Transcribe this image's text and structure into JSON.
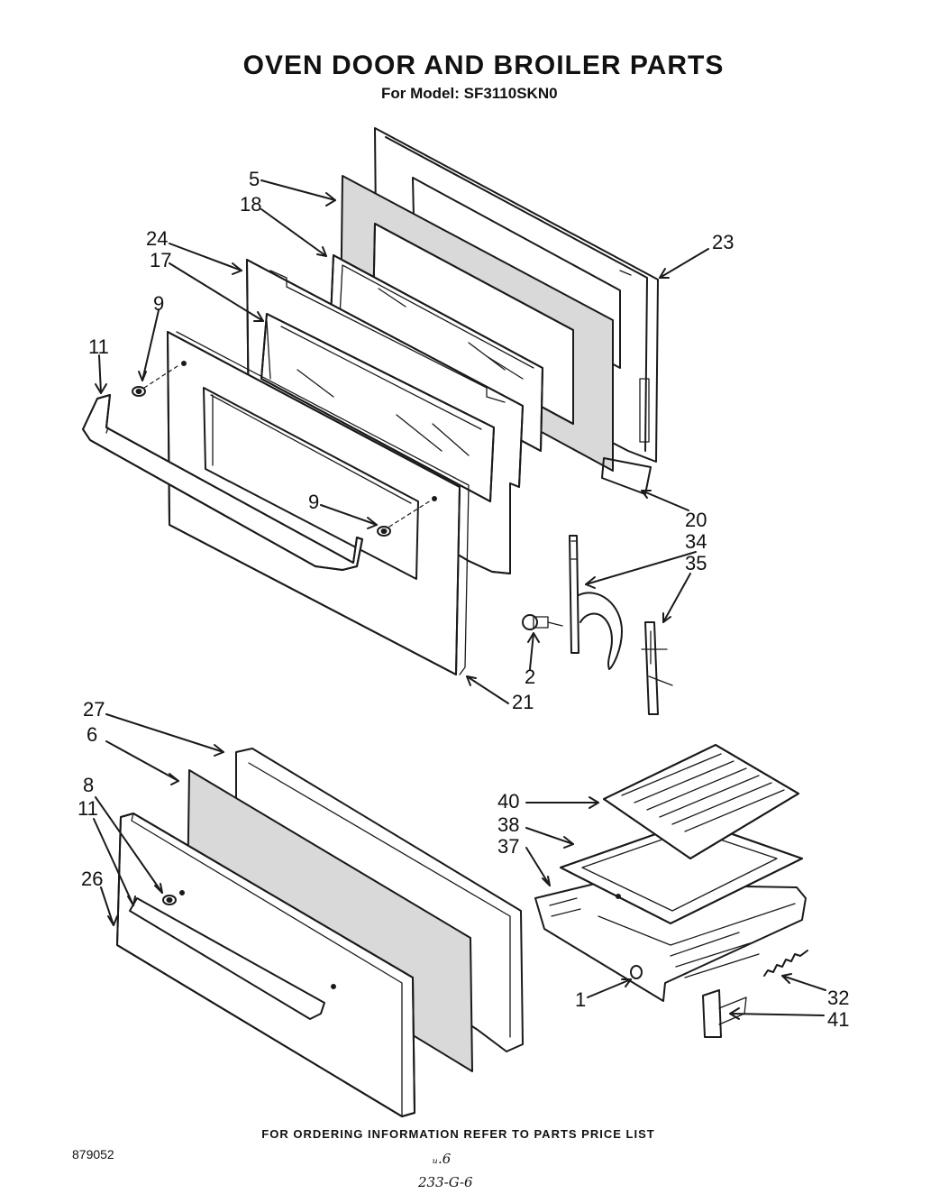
{
  "header": {
    "title": "OVEN DOOR AND BROILER PARTS",
    "subtitle": "For Model: SF3110SKN0"
  },
  "callouts": {
    "c5": "5",
    "c18": "18",
    "c23": "23",
    "c24": "24",
    "c17": "17",
    "c9a": "9",
    "c11a": "11",
    "c9b": "9",
    "c20": "20",
    "c34": "34",
    "c35": "35",
    "c2": "2",
    "c21": "21",
    "c27": "27",
    "c6": "6",
    "c8": "8",
    "c11b": "11",
    "c26": "26",
    "c40": "40",
    "c38": "38",
    "c37": "37",
    "c1": "1",
    "c32": "32",
    "c41": "41"
  },
  "footer": {
    "ordering_note": "FOR ORDERING INFORMATION REFER TO PARTS PRICE LIST",
    "doc_number": "879052",
    "handwritten_1": "ᵤ.6",
    "handwritten_2": "233-G-6"
  }
}
